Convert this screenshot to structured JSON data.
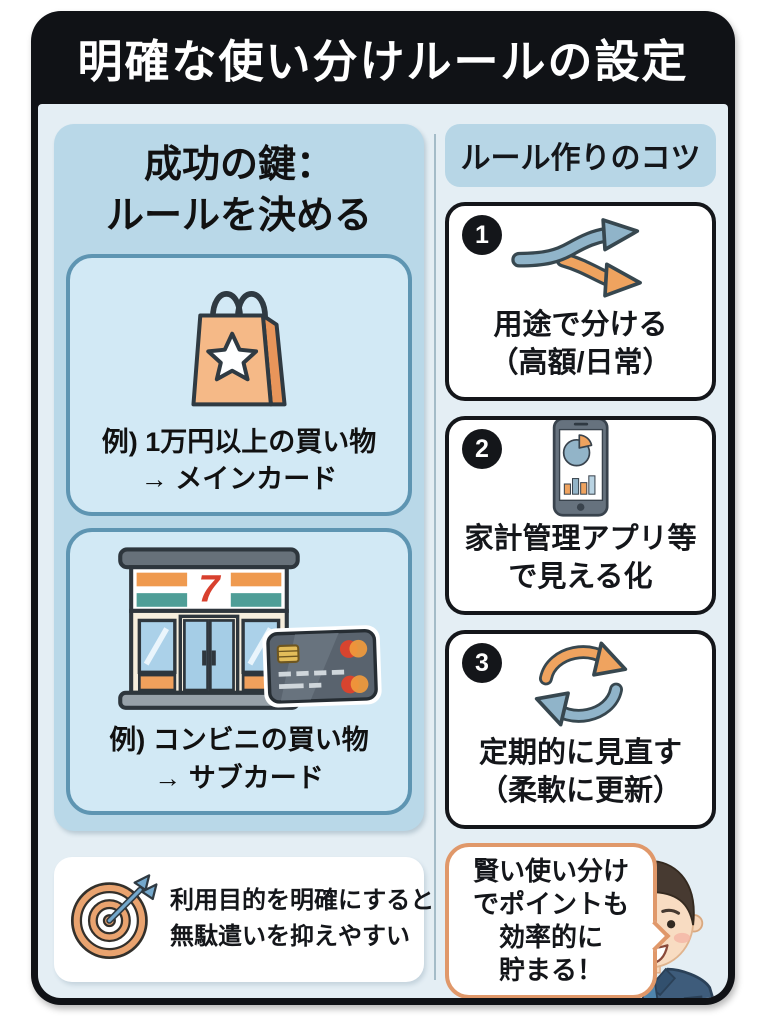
{
  "header": {
    "title": "明確な使い分けルールの設定"
  },
  "left": {
    "panel_title_line1": "成功の鍵：",
    "panel_title_line2": "ルールを決める",
    "cards": [
      {
        "icon": "shopping-bag-icon",
        "line1": "例) 1万円以上の買い物",
        "line2": "→ メインカード"
      },
      {
        "icon": "convenience-store-card-icon",
        "line1": "例) コンビニの買い物",
        "line2": "→ サブカード"
      }
    ],
    "note": {
      "icon": "target-dart-icon",
      "line1": "利用目的を明確にすると",
      "line2": "無駄遣いを抑えやすい"
    }
  },
  "right": {
    "header": "ルール作りのコツ",
    "tips": [
      {
        "number": "1",
        "icon": "fork-arrows-icon",
        "line1": "用途で分ける",
        "line2": "（高額/日常）"
      },
      {
        "number": "2",
        "icon": "budget-app-phone-icon",
        "line1": "家計管理アプリ等",
        "line2": "で見える化"
      },
      {
        "number": "3",
        "icon": "refresh-arrows-icon",
        "line1": "定期的に見直す",
        "line2": "（柔軟に更新）"
      }
    ],
    "speech_bubble": {
      "line1": "賢い使い分け",
      "line2": "でポイントも",
      "line3": "効率的に",
      "line4": "貯まる！"
    }
  },
  "colors": {
    "frame_black": "#101216",
    "interior_bg": "#e4eef4",
    "panel_blue": "#b9d8e8",
    "card_blue": "#d2e9f5",
    "card_border_blue": "#5e95b2",
    "accent_orange": "#ef9e5f",
    "accent_blue_gray": "#90b4c9",
    "bubble_border_orange": "#e0986a",
    "seven_red": "#d8402e"
  }
}
